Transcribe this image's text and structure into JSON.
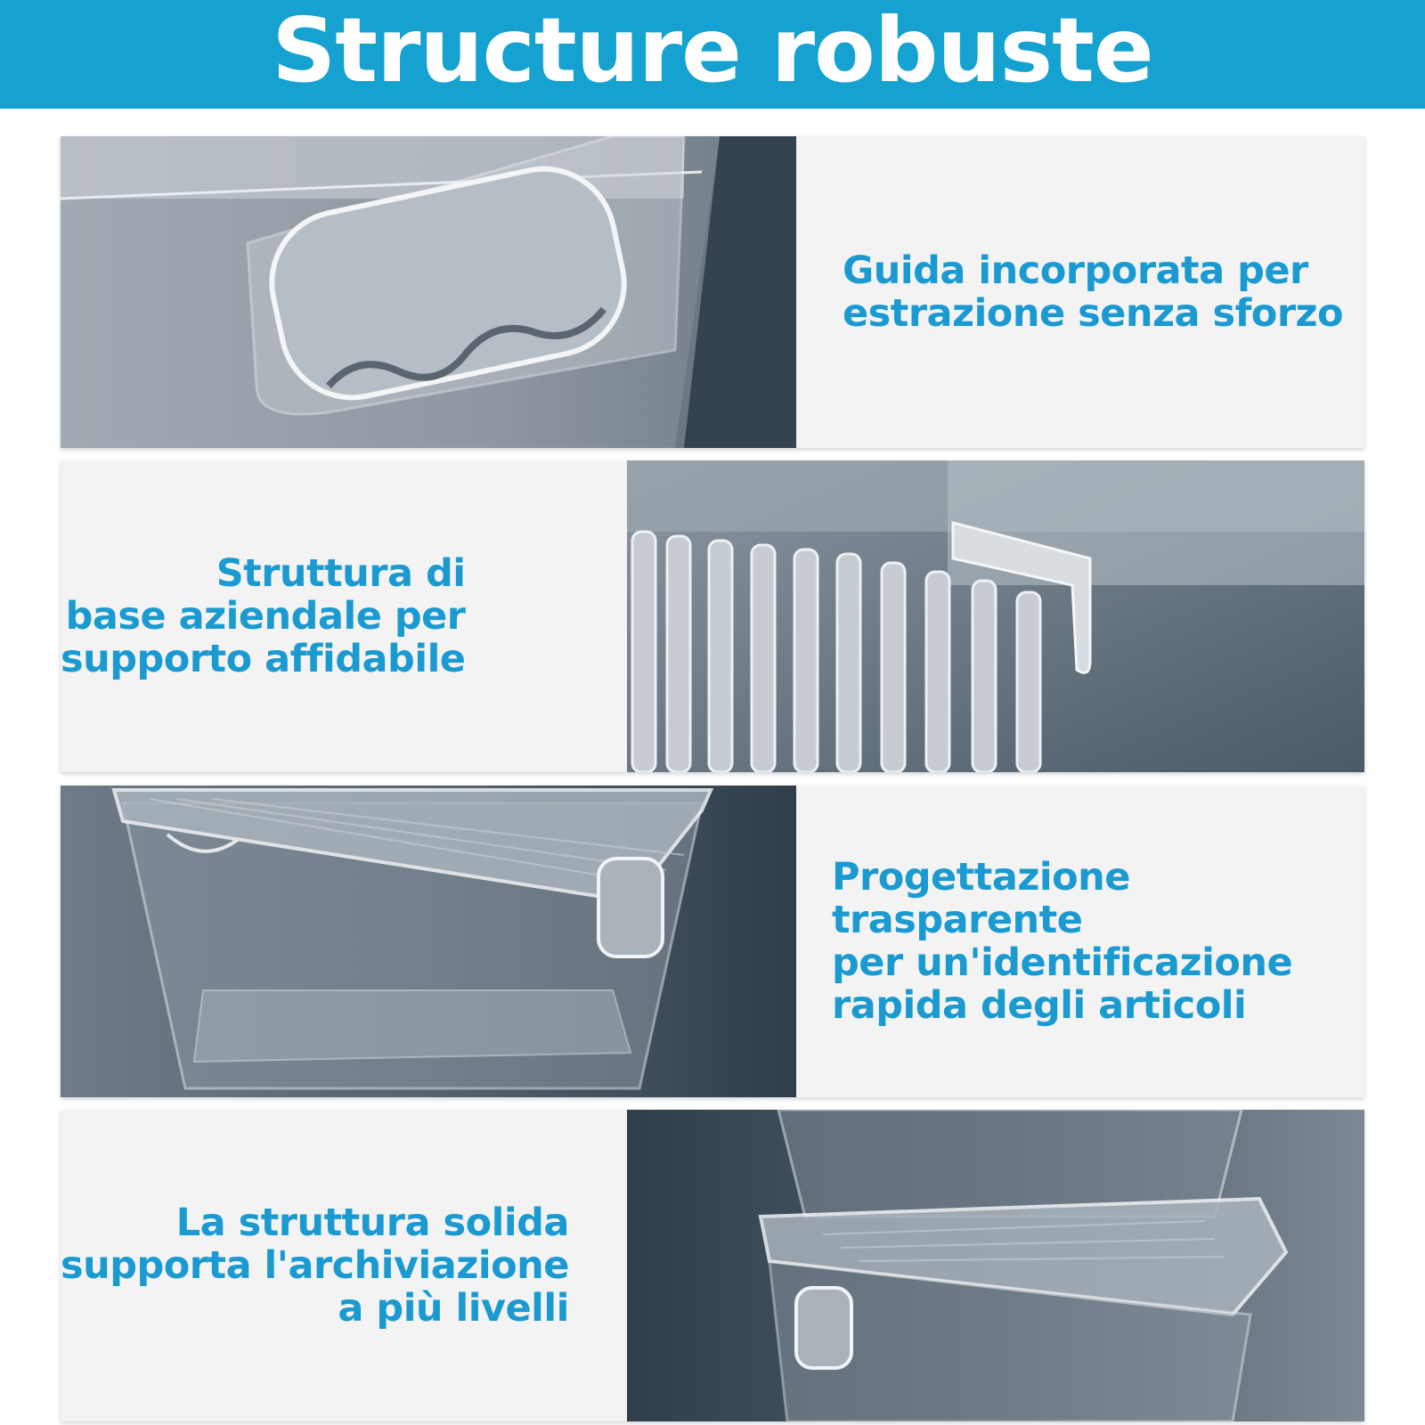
{
  "header": {
    "title": "Structure robuste",
    "background": "#15a2d1"
  },
  "accent_text_color": "#1a9ad0",
  "features": [
    {
      "caption": "Guida incorporata per\nestrazione senza sforzo",
      "image": "handle-closeup-image"
    },
    {
      "caption": "Struttura di\nbase aziendale per\nsupporto affidabile",
      "image": "ribbed-base-closeup-image"
    },
    {
      "caption": "Progettazione trasparente\nper un'identificazione\nrapida degli articoli",
      "image": "clear-container-image"
    },
    {
      "caption": "La struttura solida\nsupporta l'archiviazione\na più livelli",
      "image": "stacked-containers-image"
    }
  ]
}
